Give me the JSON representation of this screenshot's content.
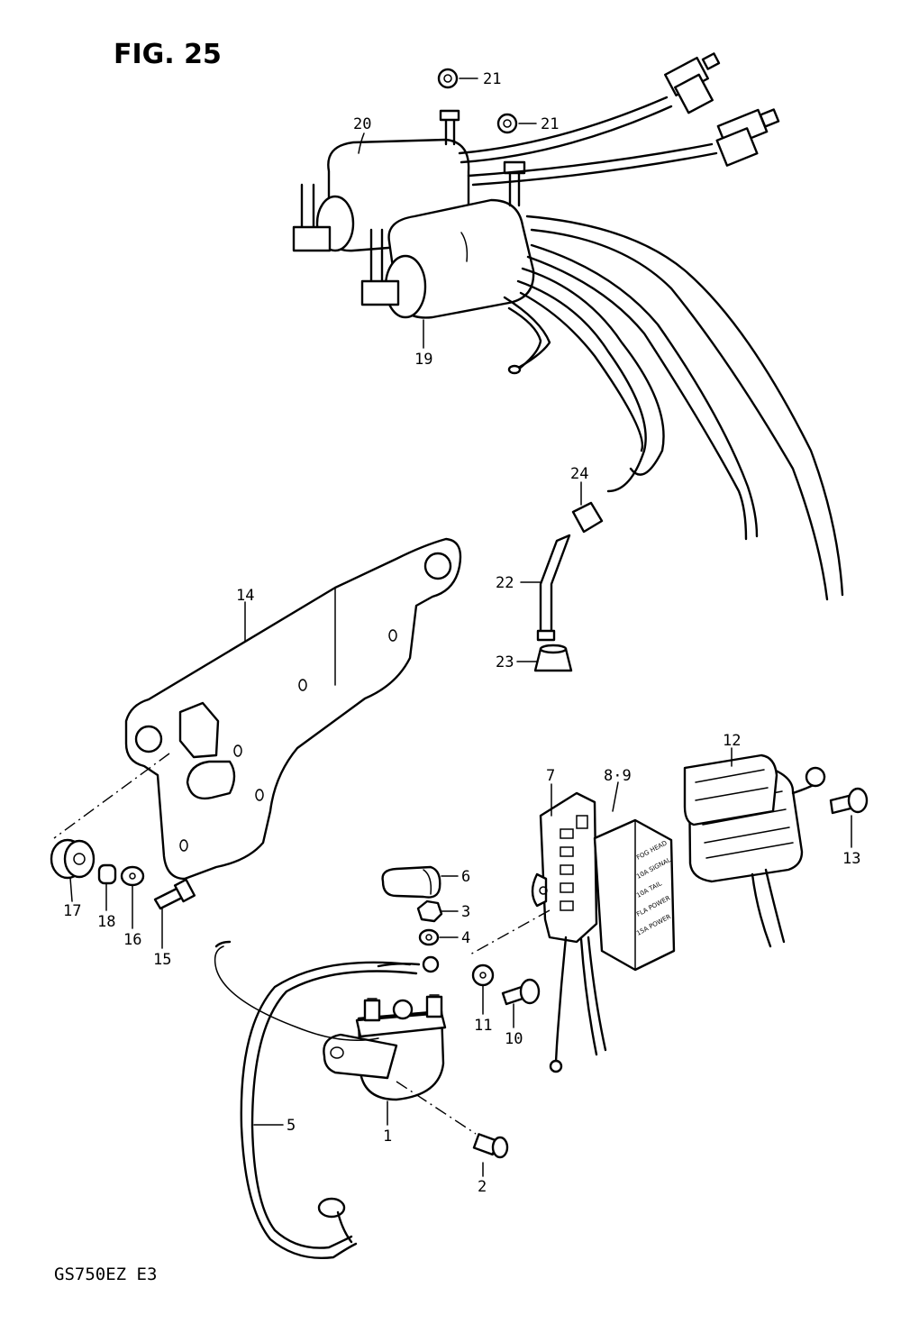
{
  "figure": {
    "title": "FIG. 25",
    "model_code": "GS750EZ  E3"
  },
  "callouts": [
    {
      "id": "c1",
      "label": "1"
    },
    {
      "id": "c2",
      "label": "2"
    },
    {
      "id": "c3",
      "label": "3"
    },
    {
      "id": "c4",
      "label": "4"
    },
    {
      "id": "c5",
      "label": "5"
    },
    {
      "id": "c6",
      "label": "6"
    },
    {
      "id": "c7",
      "label": "7"
    },
    {
      "id": "c89",
      "label": "8·9"
    },
    {
      "id": "c10",
      "label": "10"
    },
    {
      "id": "c11",
      "label": "11"
    },
    {
      "id": "c12",
      "label": "12"
    },
    {
      "id": "c13",
      "label": "13"
    },
    {
      "id": "c14",
      "label": "14"
    },
    {
      "id": "c15",
      "label": "15"
    },
    {
      "id": "c16",
      "label": "16"
    },
    {
      "id": "c17",
      "label": "17"
    },
    {
      "id": "c18",
      "label": "18"
    },
    {
      "id": "c19",
      "label": "19"
    },
    {
      "id": "c20",
      "label": "20"
    },
    {
      "id": "c21a",
      "label": "21"
    },
    {
      "id": "c21b",
      "label": "21"
    },
    {
      "id": "c22",
      "label": "22"
    },
    {
      "id": "c23",
      "label": "23"
    },
    {
      "id": "c24",
      "label": "24"
    }
  ]
}
